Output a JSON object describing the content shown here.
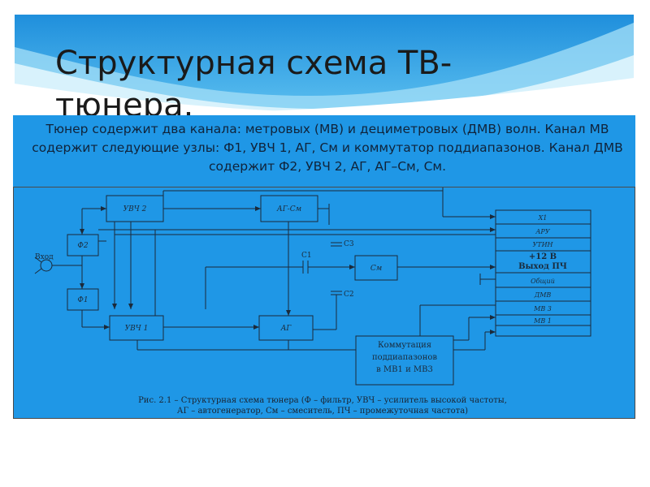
{
  "slide": {
    "title": "Структурная схема ТВ-тюнера.",
    "body_text": "Тюнер содержит два канала: метровых (МВ) и дециметровых (ДМВ) волн. Канал МВ содержит следующие узлы: Ф1, УВЧ 1, АГ, См и коммутатор поддиапазонов. Канал ДМВ содержит Ф2, УВЧ 2, АГ, АГ–См, См."
  },
  "diagram": {
    "blocks": {
      "uvch2": "УВЧ 2",
      "ag_sm": "АГ-См",
      "f2": "Ф2",
      "f1": "Ф1",
      "sm": "См",
      "uvch1": "УВЧ 1",
      "ag": "АГ",
      "switch_l1": "Коммутация",
      "switch_l2": "поддиапазонов",
      "switch_l3": "в МВ1 и МВ3"
    },
    "input_label": "Вход",
    "capacitors": {
      "c1": "C1",
      "c2": "C2",
      "c3": "C3"
    },
    "connector_pins": [
      "Х1",
      "АРУ",
      "УТИН",
      "+12 В",
      "Выход ПЧ",
      "Общий",
      "ДМВ",
      "МВ 3",
      "МВ 1"
    ],
    "caption_line1": "Рис. 2.1 – Структурная схема тюнера (Ф – фильтр, УВЧ – усилитель высокой частоты,",
    "caption_line2": "АГ – автогенератор, См – смеситель, ПЧ – промежуточная частота)"
  },
  "colors": {
    "panel": "#1f97e6",
    "banner_sky": "#2b9be4",
    "line": "#1b2a3a",
    "caption": "#1a2330"
  }
}
